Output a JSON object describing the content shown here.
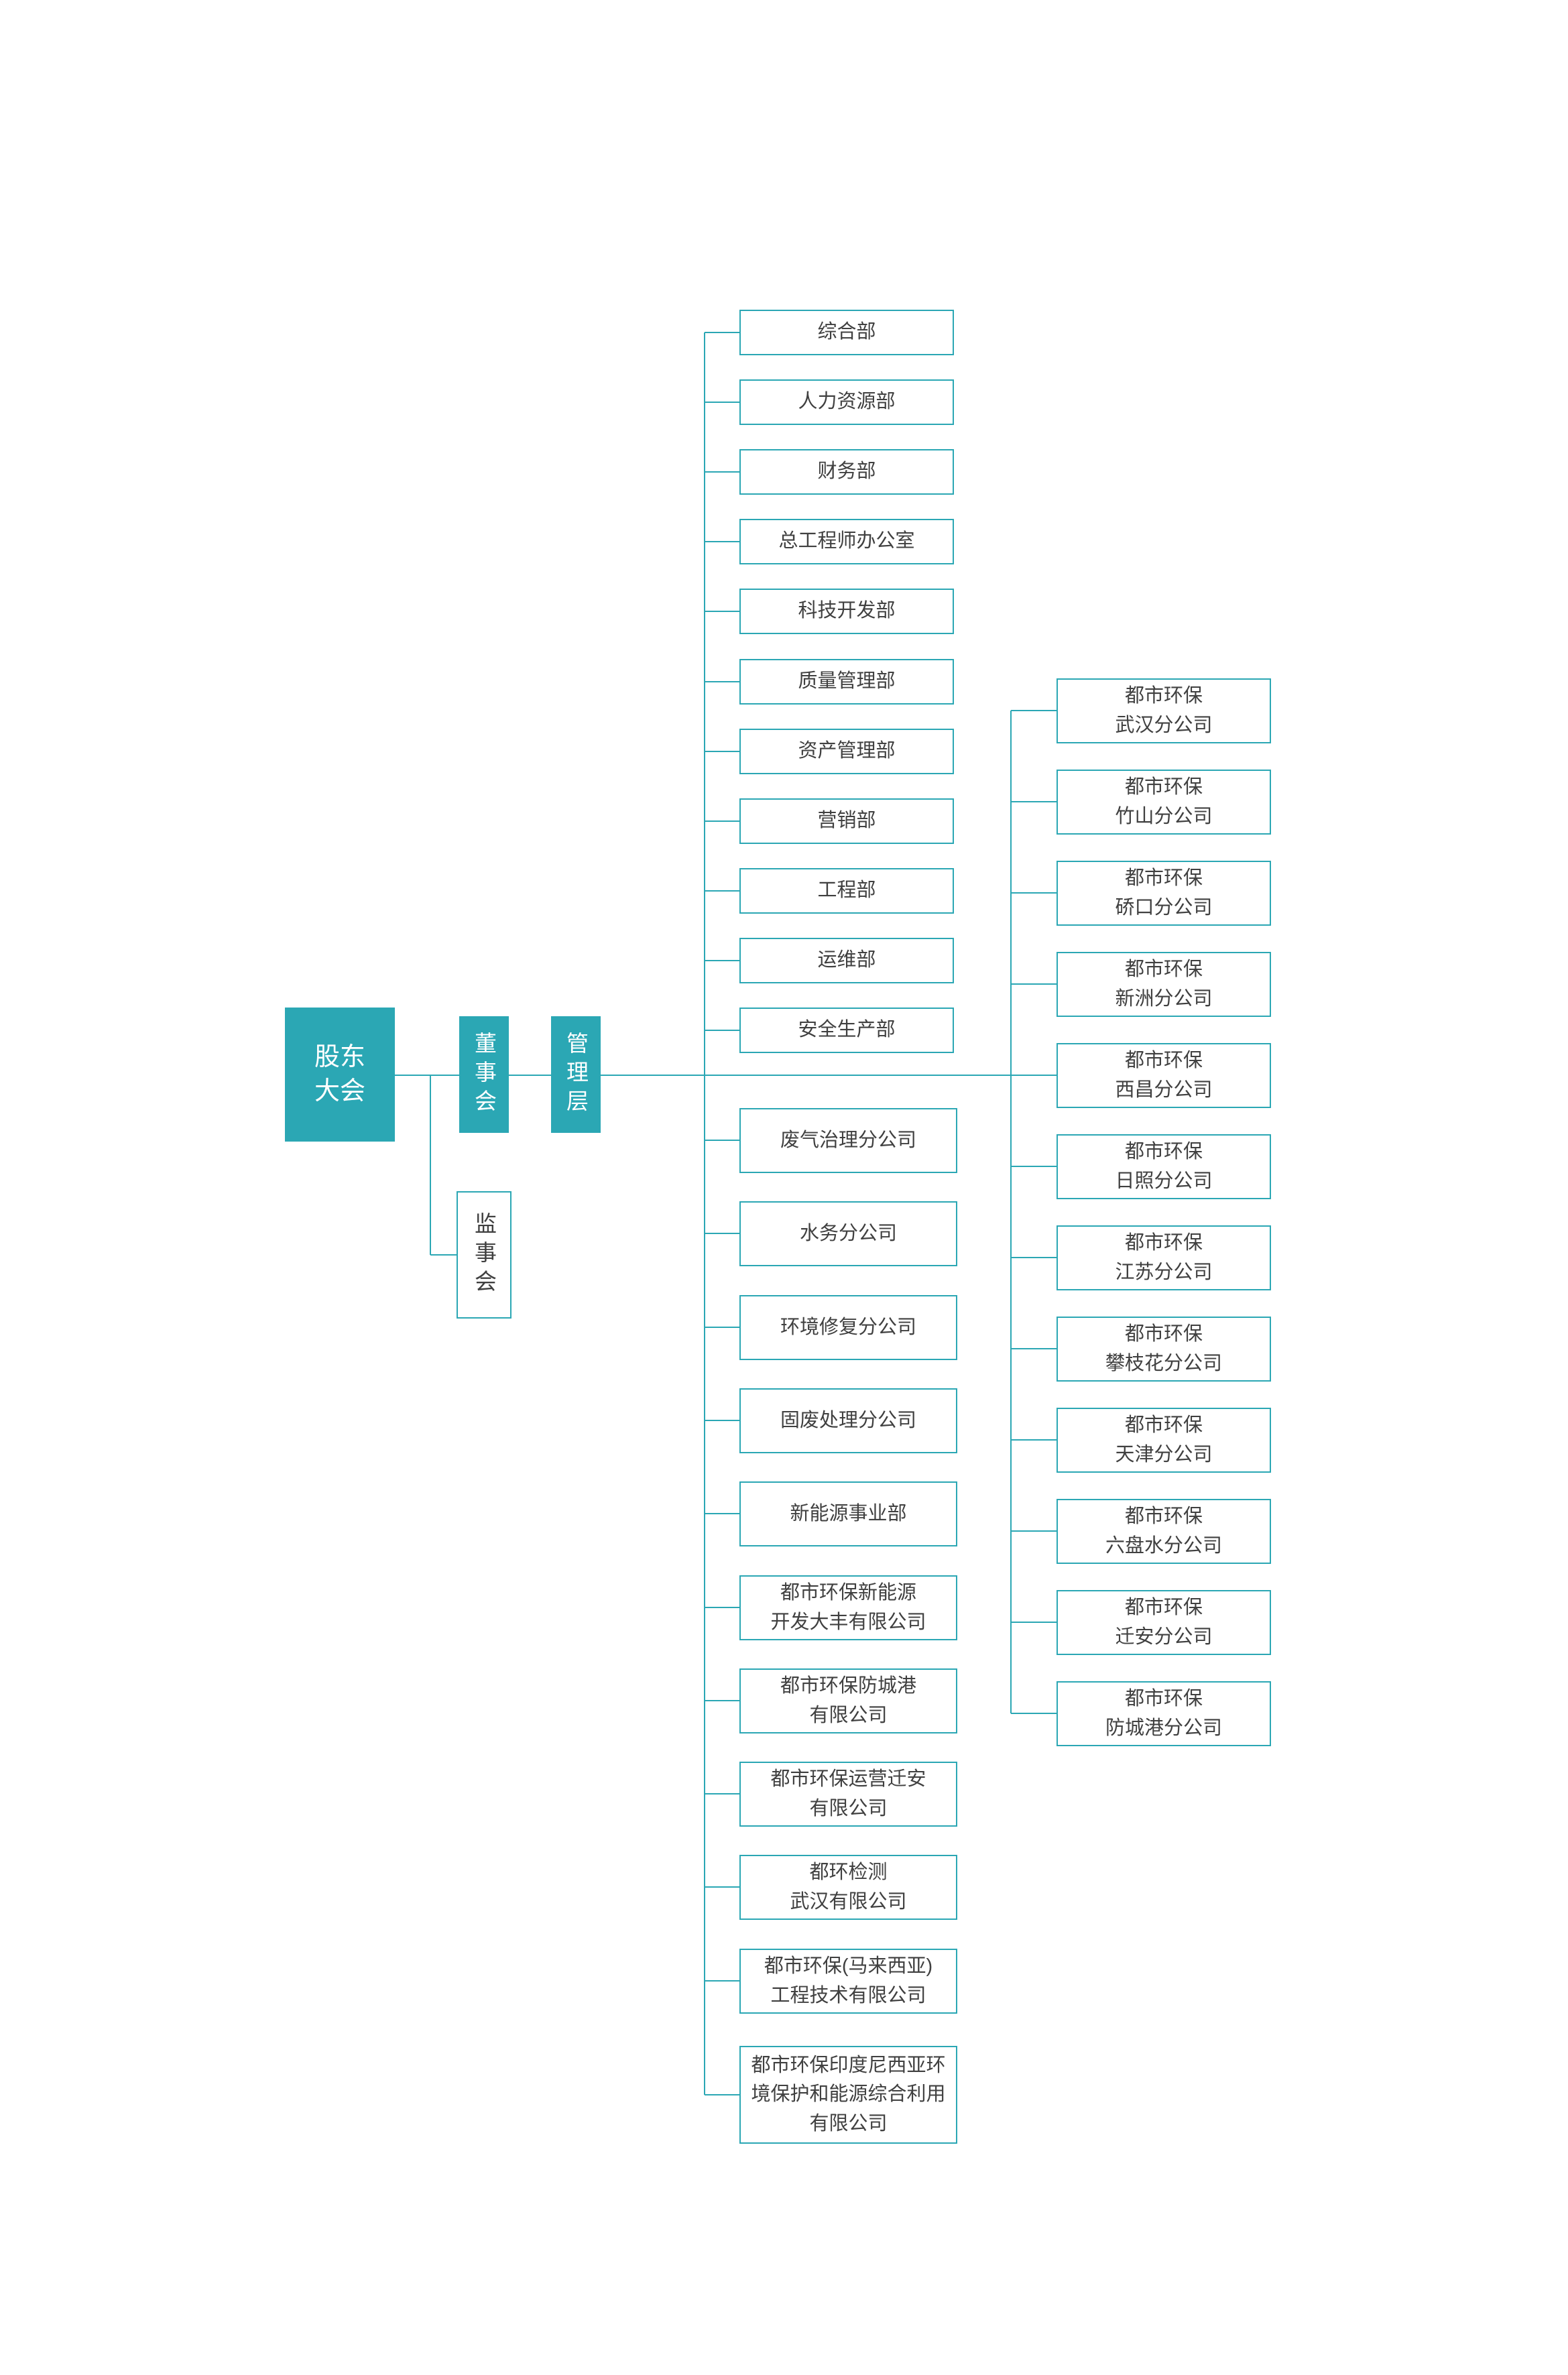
{
  "palette": {
    "teal": "#2BA7B4",
    "box_border": "#2BA7B4",
    "box_text": "#404040",
    "filled_box_text": "#FFFFFF",
    "background": "#FFFFFF"
  },
  "governance": {
    "shareholders": "股东大会",
    "board": "董事会",
    "management": "管理层",
    "supervisors": "监事会"
  },
  "departments": [
    "综合部",
    "人力资源部",
    "财务部",
    "总工程师办公室",
    "科技开发部",
    "质量管理部",
    "资产管理部",
    "营销部",
    "工程部",
    "运维部",
    "安全生产部"
  ],
  "subsidiaries": [
    {
      "lines": [
        "废气治理分公司"
      ]
    },
    {
      "lines": [
        "水务分公司"
      ]
    },
    {
      "lines": [
        "环境修复分公司"
      ]
    },
    {
      "lines": [
        "固废处理分公司"
      ]
    },
    {
      "lines": [
        "新能源事业部"
      ]
    },
    {
      "lines": [
        "都市环保新能源",
        "开发大丰有限公司"
      ]
    },
    {
      "lines": [
        "都市环保防城港",
        "有限公司"
      ]
    },
    {
      "lines": [
        "都市环保运营迁安",
        "有限公司"
      ]
    },
    {
      "lines": [
        "都环检测",
        "武汉有限公司"
      ]
    },
    {
      "lines": [
        "都市环保(马来西亚)",
        "工程技术有限公司"
      ]
    },
    {
      "lines": [
        "都市环保印度尼西亚环",
        "境保护和能源综合利用",
        "有限公司"
      ]
    }
  ],
  "branches": [
    {
      "lines": [
        "都市环保",
        "武汉分公司"
      ]
    },
    {
      "lines": [
        "都市环保",
        "竹山分公司"
      ]
    },
    {
      "lines": [
        "都市环保",
        "硚口分公司"
      ]
    },
    {
      "lines": [
        "都市环保",
        "新洲分公司"
      ]
    },
    {
      "lines": [
        "都市环保",
        "西昌分公司"
      ]
    },
    {
      "lines": [
        "都市环保",
        "日照分公司"
      ]
    },
    {
      "lines": [
        "都市环保",
        "江苏分公司"
      ]
    },
    {
      "lines": [
        "都市环保",
        "攀枝花分公司"
      ]
    },
    {
      "lines": [
        "都市环保",
        "天津分公司"
      ]
    },
    {
      "lines": [
        "都市环保",
        "六盘水分公司"
      ]
    },
    {
      "lines": [
        "都市环保",
        "迁安分公司"
      ]
    },
    {
      "lines": [
        "都市环保",
        "防城港分公司"
      ]
    }
  ]
}
